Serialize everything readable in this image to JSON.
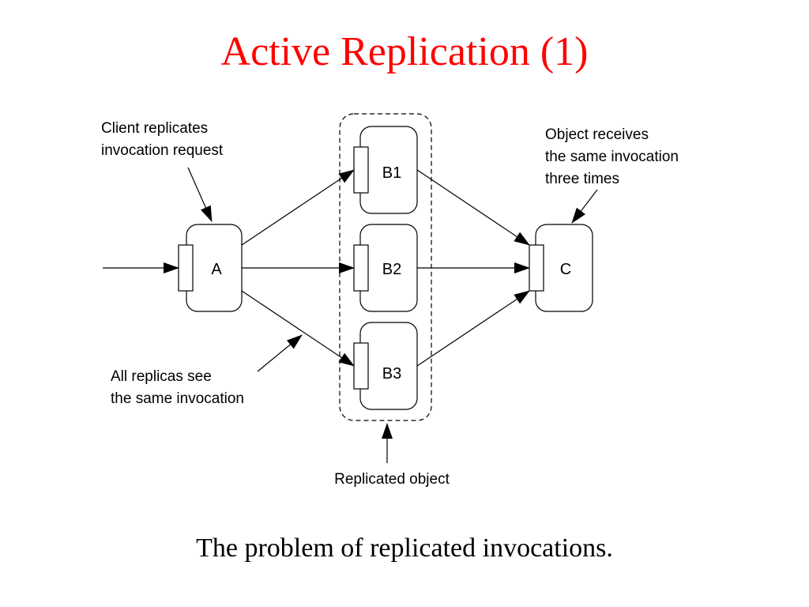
{
  "slide": {
    "title": "Active Replication (1)",
    "caption": "The problem of replicated invocations."
  },
  "diagram": {
    "nodes": {
      "a": "A",
      "b1": "B1",
      "b2": "B2",
      "b3": "B3",
      "c": "C"
    },
    "annotations": {
      "client": [
        "Client replicates",
        "invocation request"
      ],
      "object": [
        "Object receives",
        "the same invocation",
        "three times"
      ],
      "replicas": [
        "All replicas see",
        "the same invocation"
      ],
      "replicated": "Replicated object"
    }
  }
}
